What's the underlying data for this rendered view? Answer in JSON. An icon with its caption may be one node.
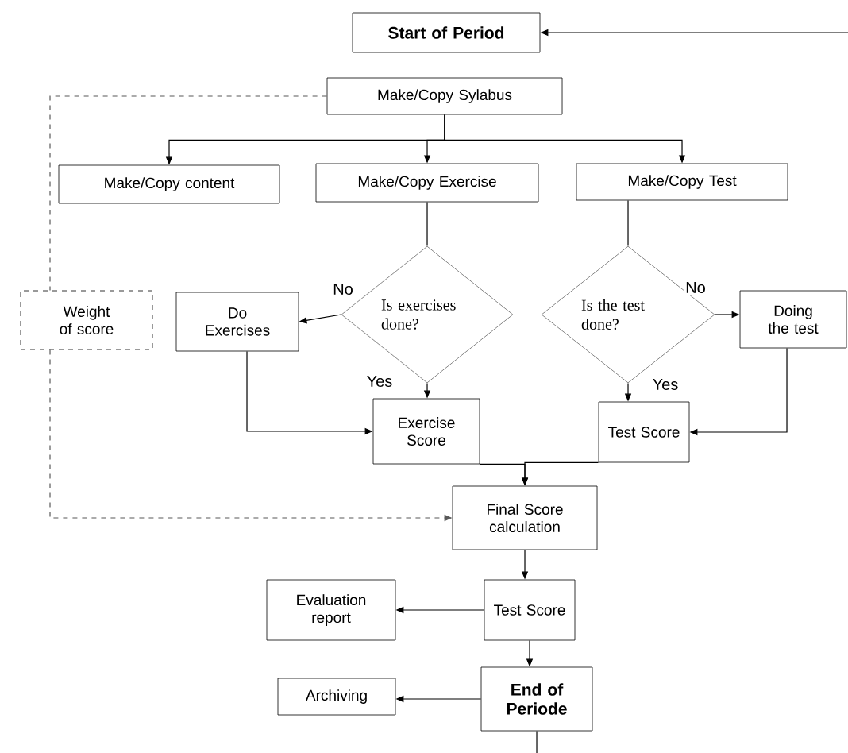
{
  "diagram": {
    "nodes": [
      {
        "text": [
          "Start of Period"
        ]
      },
      {
        "text": [
          "Make/Copy Sylabus"
        ]
      },
      {
        "text": [
          "Make/Copy content"
        ]
      },
      {
        "text": [
          "Make/Copy Exercise"
        ]
      },
      {
        "text": [
          "Make/Copy Test"
        ]
      },
      {
        "text": [
          "Weight of score"
        ]
      },
      {
        "text": [
          "Do Exercises"
        ]
      },
      {
        "text": [
          "Is exercises done?"
        ]
      },
      {
        "text": [
          "Is the test done?"
        ]
      },
      {
        "text": [
          "Doing the test"
        ]
      },
      {
        "text": [
          "Exercise Score"
        ]
      },
      {
        "text": [
          "Test Score"
        ]
      },
      {
        "text": [
          "Final Score calculation"
        ]
      },
      {
        "text": [
          "Test Score"
        ]
      },
      {
        "text": [
          "Evaluation report"
        ]
      },
      {
        "text": [
          "End of Periode"
        ]
      },
      {
        "text": [
          "Archiving"
        ]
      }
    ],
    "edges": [
      {
        "from": null,
        "to": 0,
        "arrow": "to"
      },
      {
        "from": 1,
        "to": 2,
        "arrow": "to"
      },
      {
        "from": 1,
        "to": 3,
        "arrow": "to"
      },
      {
        "from": 1,
        "to": 4,
        "arrow": "to"
      },
      {
        "from": 3,
        "to": 7,
        "arrow": "none"
      },
      {
        "from": 4,
        "to": 8,
        "arrow": "none"
      },
      {
        "from": 7,
        "to": 6,
        "arrow": "to",
        "label": "No"
      },
      {
        "from": 7,
        "to": 10,
        "arrow": "to",
        "label": "Yes"
      },
      {
        "from": 8,
        "to": 9,
        "arrow": "to",
        "label": "No"
      },
      {
        "from": 8,
        "to": 11,
        "arrow": "to",
        "label": "Yes"
      },
      {
        "from": 6,
        "to": 10,
        "arrow": "to"
      },
      {
        "from": 9,
        "to": 11,
        "arrow": "to"
      },
      {
        "from": 10,
        "to": 12,
        "arrow": "to"
      },
      {
        "from": 11,
        "to": 12,
        "arrow": "to"
      },
      {
        "from": 1,
        "to": 5,
        "arrow": "none",
        "style": "dashed"
      },
      {
        "from": 5,
        "to": 12,
        "arrow": "to",
        "style": "dashed"
      },
      {
        "from": 12,
        "to": 13,
        "arrow": "to"
      },
      {
        "from": 13,
        "to": 14,
        "arrow": "to"
      },
      {
        "from": 13,
        "to": 15,
        "arrow": "to"
      },
      {
        "from": 15,
        "to": 16,
        "arrow": "to"
      },
      {
        "from": 15,
        "to": null,
        "arrow": "none"
      }
    ]
  }
}
